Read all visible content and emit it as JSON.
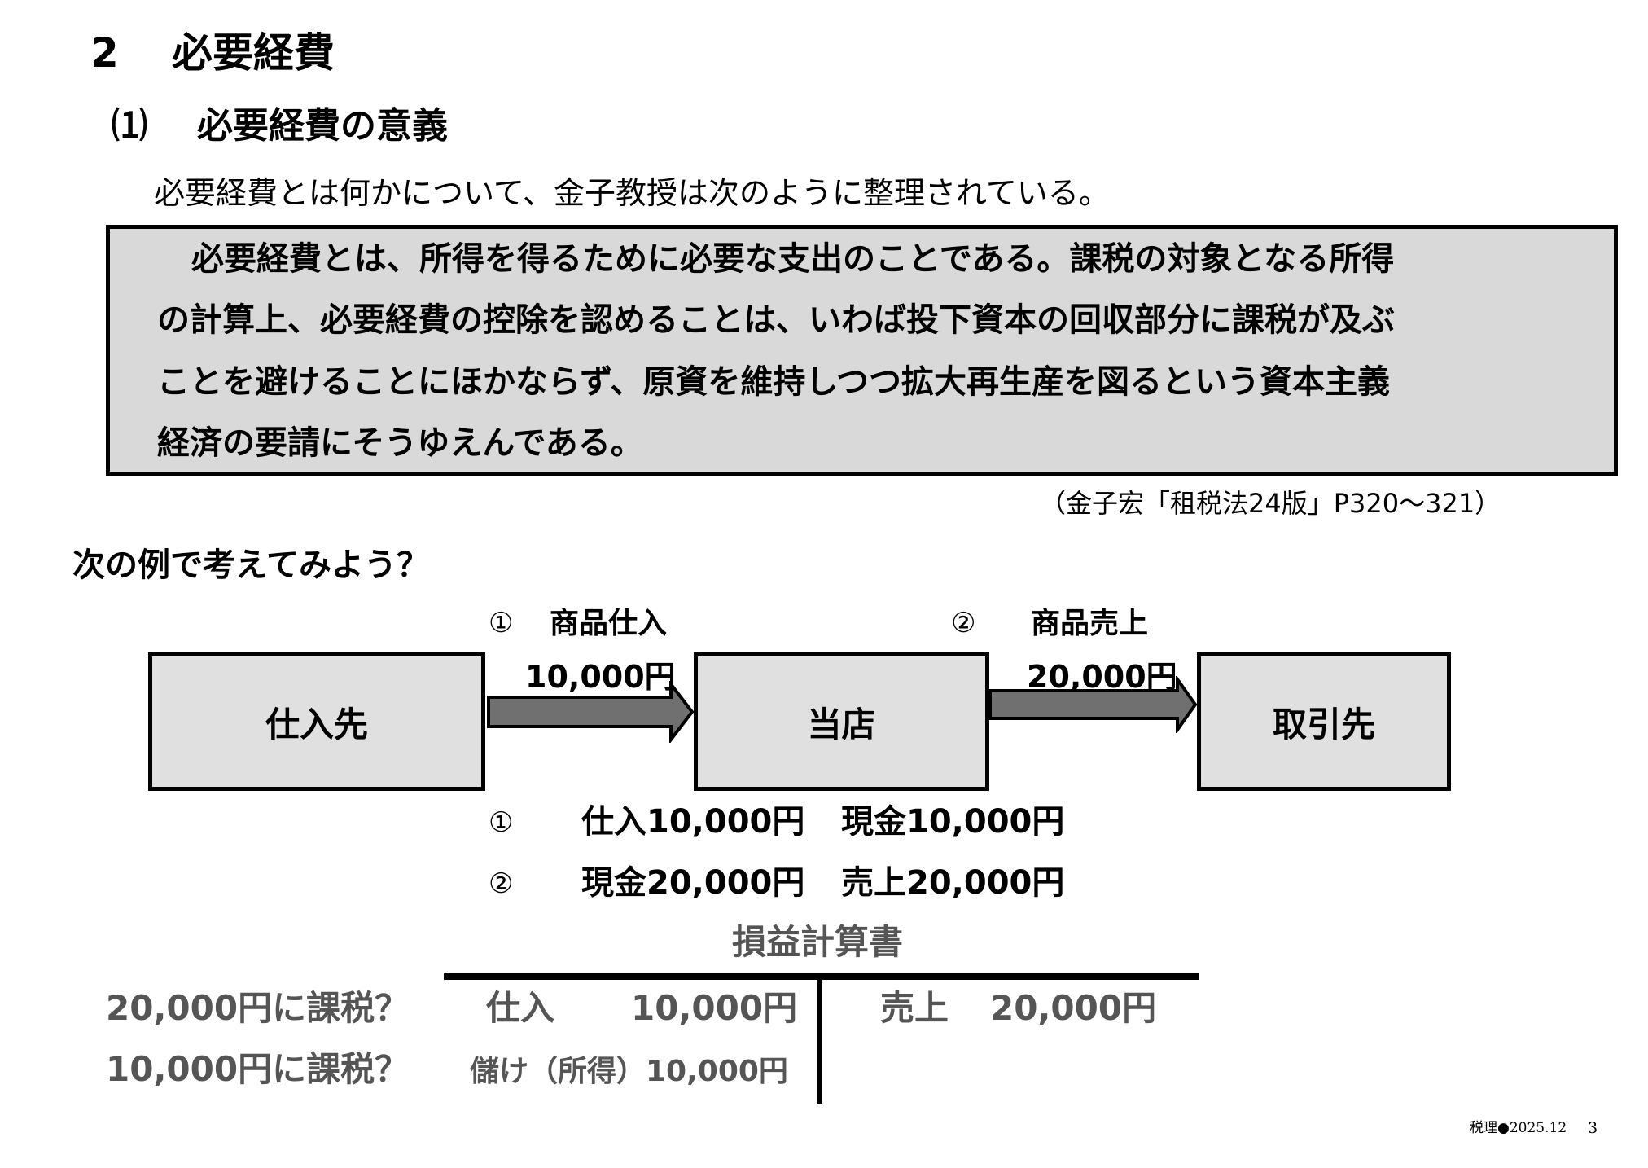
{
  "section": {
    "number": "2",
    "title": "必要経費"
  },
  "subsection": {
    "number": "⑴",
    "title": "必要経費の意義"
  },
  "intro": "必要経費とは何かについて、金子教授は次のように整理されている。",
  "quote": {
    "lines": [
      "必要経費とは、所得を得るために必要な支出のことである。課税の対象となる所得",
      "の計算上、必要経費の控除を認めることは、いわば投下資本の回収部分に課税が及ぶ",
      "ことを避けることにほかならず、原資を維持しつつ拡大再生産を図るという資本主義",
      "経済の要請にそうゆえんである。"
    ],
    "citation": "（金子宏「租税法24版」P320～321）"
  },
  "example_heading": "次の例で考えてみよう？",
  "diagram": {
    "nodes": [
      "仕入先",
      "当店",
      "取引先"
    ],
    "flows": [
      {
        "marker": "①",
        "label": "商品仕入",
        "amount": "10,000円"
      },
      {
        "marker": "②",
        "label": "商品売上",
        "amount": "20,000円"
      }
    ]
  },
  "journal": [
    {
      "marker": "①",
      "debit": "仕入10,000円",
      "credit": "現金10,000円"
    },
    {
      "marker": "②",
      "debit": "現金20,000円",
      "credit": "売上20,000円"
    }
  ],
  "income_statement": {
    "title": "損益計算書",
    "questions": [
      "20,000円に課税？",
      "10,000円に課税？"
    ],
    "debit": [
      {
        "label": "仕入",
        "amount": "10,000円"
      },
      {
        "label": "儲け（所得）10,000円"
      }
    ],
    "credit": [
      {
        "label": "売上",
        "amount": "20,000円"
      }
    ]
  },
  "footer": {
    "text": "税理●2025.12",
    "page": "3"
  },
  "colors": {
    "quote_bg": "#d9d9d9",
    "node_bg": "#e0e0e0",
    "arrow": "#707070",
    "gray_text": "#555555"
  }
}
